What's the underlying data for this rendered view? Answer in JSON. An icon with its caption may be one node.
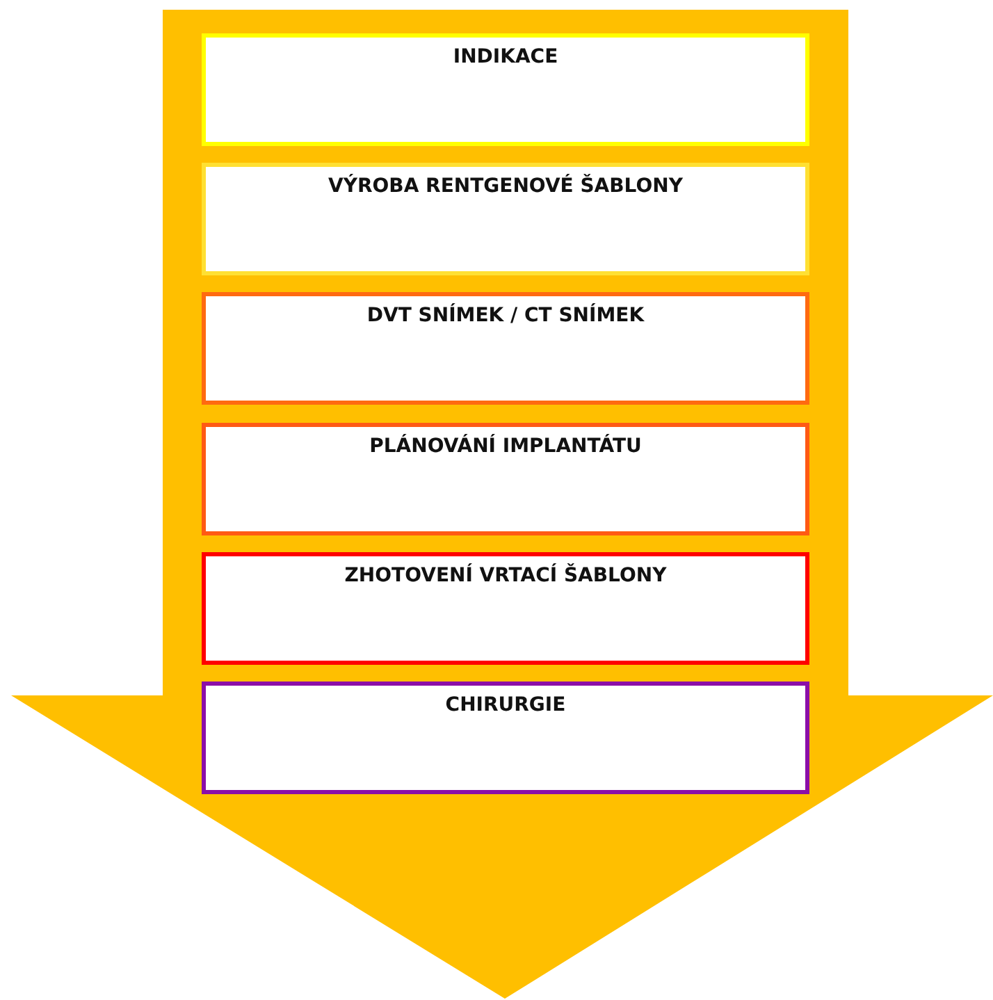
{
  "diagram": {
    "nodes": [
      {
        "text": [],
        "shape": "arrow"
      },
      {
        "text": [
          "INDIKACE"
        ],
        "in": 0
      },
      {
        "text": [
          "VÝROBA RENTGENOVÉ ŠABLONY"
        ],
        "in": 0
      },
      {
        "text": [
          "DVT SNÍMEK / CT SNÍMEK"
        ],
        "in": 0
      },
      {
        "text": [
          "PLÁNOVÁNÍ IMPLANTÁTU"
        ],
        "in": 0
      },
      {
        "text": [
          "ZHOTOVENÍ VRTACÍ ŠABLONY"
        ],
        "in": 0
      },
      {
        "text": [
          "CHIRURGIE"
        ],
        "in": 0
      }
    ]
  }
}
